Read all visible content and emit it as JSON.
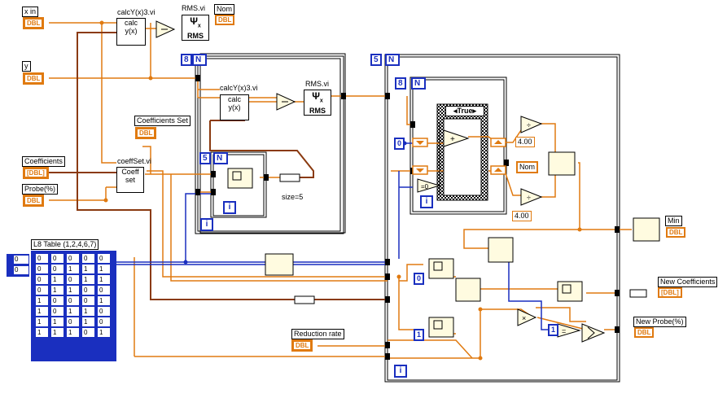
{
  "controls": {
    "x_in": {
      "label": "x in",
      "type": "DBL"
    },
    "y": {
      "label": "y",
      "type": "DBL"
    },
    "coefficients": {
      "label": "Coefficients",
      "type": "[DBL]"
    },
    "probe": {
      "label": "Probe(%)",
      "type": "DBL"
    },
    "coefficients_set": {
      "label": "Coefficients Set",
      "type": "DBL"
    },
    "reduction_rate": {
      "label": "Reduction rate",
      "type": "DBL"
    },
    "l8_table": {
      "label": "L8 Table (1,2,4,6,7)",
      "index": [
        "0",
        "0"
      ],
      "rows": [
        [
          "0",
          "0",
          "0",
          "0",
          "0"
        ],
        [
          "0",
          "0",
          "1",
          "1",
          "1"
        ],
        [
          "0",
          "1",
          "0",
          "1",
          "1"
        ],
        [
          "0",
          "1",
          "1",
          "0",
          "0"
        ],
        [
          "1",
          "0",
          "0",
          "0",
          "1"
        ],
        [
          "1",
          "0",
          "1",
          "1",
          "0"
        ],
        [
          "1",
          "1",
          "0",
          "1",
          "0"
        ],
        [
          "1",
          "1",
          "1",
          "0",
          "1"
        ]
      ]
    }
  },
  "indicators": {
    "nom": {
      "label": "Nom",
      "type": "DBL"
    },
    "min": {
      "label": "Min",
      "type": "DBL"
    },
    "new_coefficients": {
      "label": "New Coefficients",
      "type": "[DBL]"
    },
    "new_probe": {
      "label": "New Probe(%)",
      "type": "DBL"
    }
  },
  "subvis": {
    "calcy_top": {
      "name": "calcY(x)3.vi",
      "text": "calc\ny(x)"
    },
    "rms_top": {
      "name": "RMS.vi",
      "text": "RMS"
    },
    "calcy_inner": {
      "name": "calcY(x)3.vi",
      "text": "calc\ny(x)"
    },
    "rms_inner": {
      "name": "RMS.vi",
      "text": "RMS"
    },
    "coeffset": {
      "name": "coeffSet.vi",
      "text": "Coeff\nset"
    }
  },
  "loops": {
    "outer_left": {
      "count": "8",
      "index": "i"
    },
    "inner_left": {
      "count": "5",
      "index": "i"
    },
    "right_outer": {
      "count": "5",
      "index": "i"
    },
    "right_inner": {
      "count": "8",
      "index": "i"
    },
    "case_label": "True"
  },
  "constants": {
    "size": "size=5",
    "four_top": "4.00",
    "four_bottom": "4.00",
    "nom_const": "Nom",
    "zero_a": "0",
    "zero_b": "0",
    "one_a": "1",
    "one_b": "1"
  },
  "symbols": {
    "psi": "Ψ",
    "psi_sub": "x"
  },
  "colors": {
    "wire_dbl": "#e07a10",
    "wire_int": "#1a2fbf",
    "wire_dark": "#8a3a10",
    "frame": "#000000"
  }
}
